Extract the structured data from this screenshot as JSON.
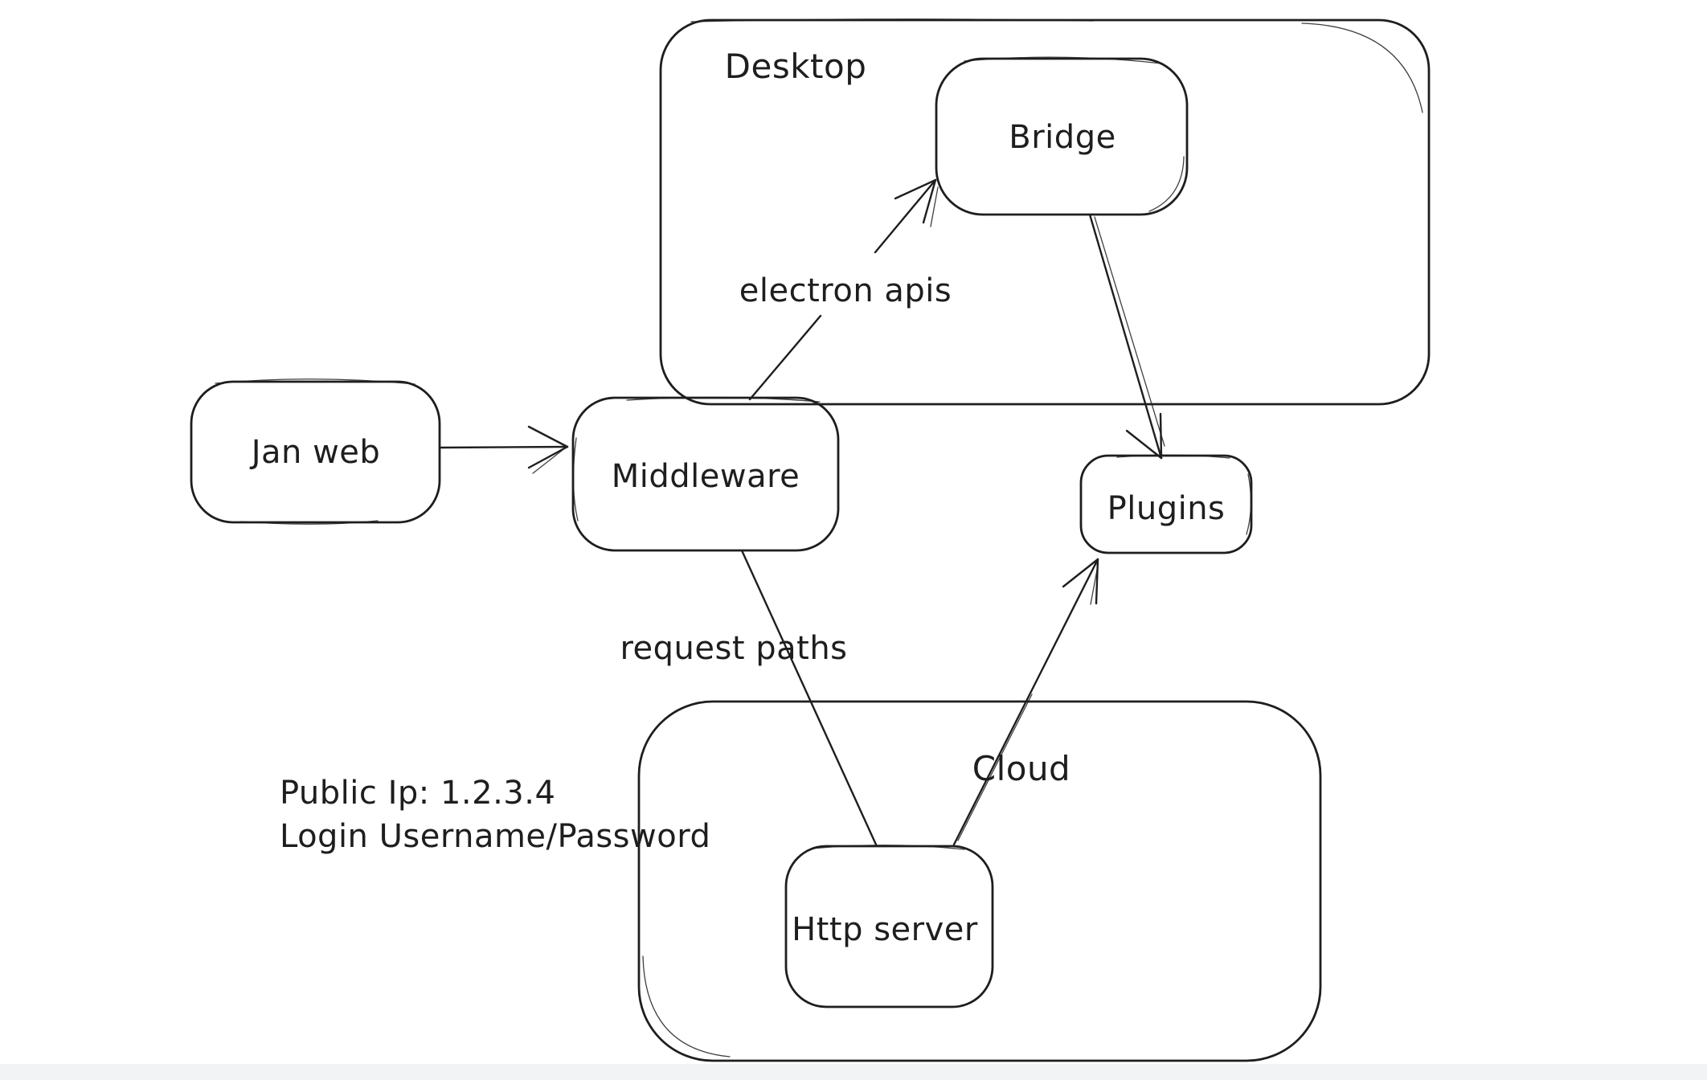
{
  "canvas": {
    "background": "#ffffff",
    "stroke_color": "#1e1e1e"
  },
  "diagram": {
    "containers": [
      {
        "id": "desktop",
        "label": "Desktop"
      },
      {
        "id": "cloud",
        "label": "Cloud"
      }
    ],
    "nodes": [
      {
        "id": "jan-web",
        "label": "Jan web"
      },
      {
        "id": "middleware",
        "label": "Middleware"
      },
      {
        "id": "bridge",
        "label": "Bridge"
      },
      {
        "id": "plugins",
        "label": "Plugins"
      },
      {
        "id": "http-server",
        "label": "Http server"
      }
    ],
    "edges": [
      {
        "from": "jan-web",
        "to": "middleware",
        "label": "",
        "arrowhead": "end"
      },
      {
        "from": "middleware",
        "to": "bridge",
        "label": "electron apis",
        "arrowhead": "end"
      },
      {
        "from": "bridge",
        "to": "plugins",
        "label": "",
        "arrowhead": "end"
      },
      {
        "from": "middleware",
        "to": "http-server",
        "label": "request paths",
        "arrowhead": "none"
      },
      {
        "from": "http-server",
        "to": "plugins",
        "label": "",
        "arrowhead": "end"
      }
    ],
    "annotations": {
      "line1": "Public Ip: 1.2.3.4",
      "line2": "Login Username/Password"
    }
  }
}
